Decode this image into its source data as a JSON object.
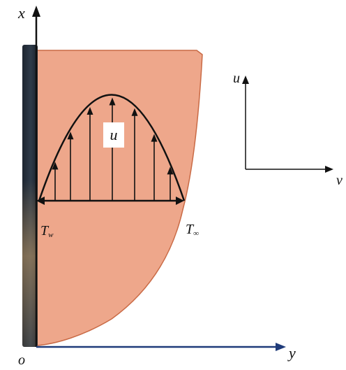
{
  "labels": {
    "x_axis": "x",
    "y_axis": "y",
    "origin": "o",
    "u_axis": "u",
    "v_axis": "v",
    "velocity_profile": "u",
    "wall_temperature_main": "T",
    "wall_temperature_sub": "w",
    "free_stream_temperature_main": "T",
    "free_stream_temperature_sub": "∞"
  },
  "colors": {
    "boundary_layer_fill": "#eea78b",
    "boundary_layer_edge": "#c96a45",
    "plate": "#2a3440",
    "plate_highlight": "#c9a06a",
    "y_axis_line": "#1f3b7a",
    "axis_line": "#111111",
    "profile_line": "#111111"
  },
  "profile": {
    "arrow_count": 7
  }
}
